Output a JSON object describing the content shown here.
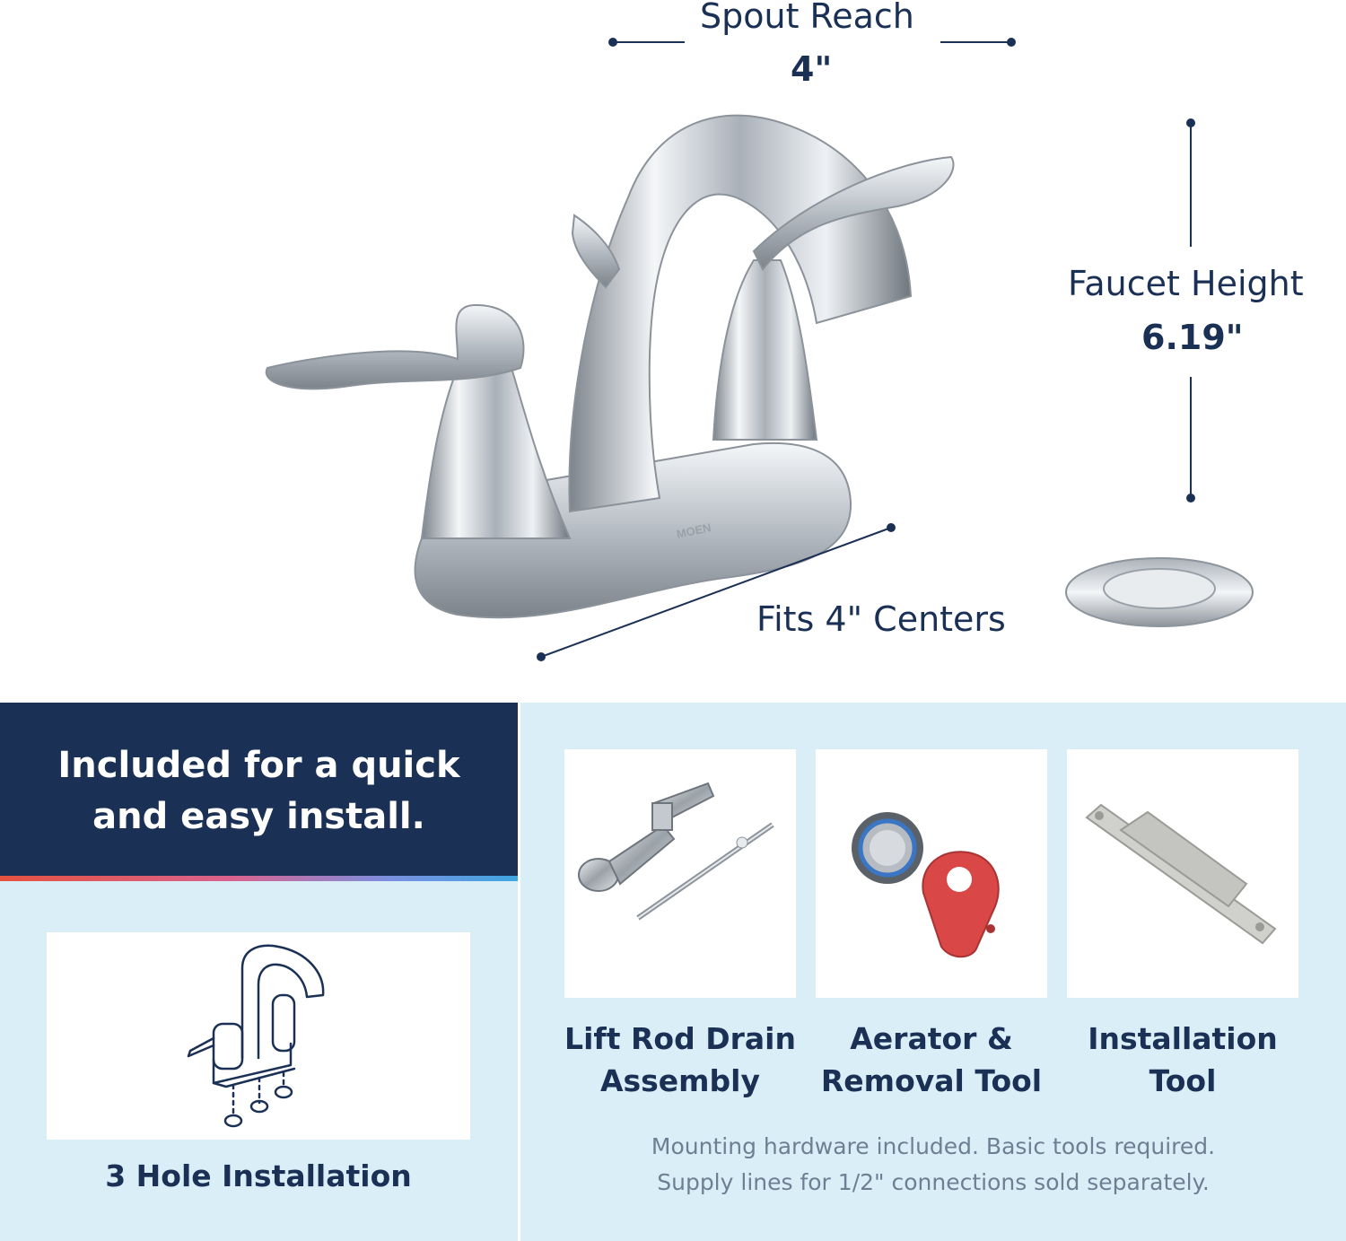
{
  "dimensions": {
    "spout_reach_label": "Spout Reach",
    "spout_reach_value": "4\"",
    "faucet_height_label": "Faucet Height",
    "faucet_height_value": "6.19\"",
    "centers_label": "Fits 4\" Centers"
  },
  "product": {
    "brand_mark": "MOEN"
  },
  "included": {
    "headline_line1": "Included for a quick",
    "headline_line2": "and easy install.",
    "installation_type": "3 Hole Installation",
    "items": [
      {
        "line1": "Lift Rod Drain",
        "line2": "Assembly"
      },
      {
        "line1": "Aerator &",
        "line2": "Removal Tool"
      },
      {
        "line1": "Installation",
        "line2": "Tool"
      }
    ],
    "note_line1": "Mounting hardware included. Basic tools required.",
    "note_line2": "Supply lines for 1/2\" connections sold separately."
  },
  "colors": {
    "navy": "#1b3055",
    "light_blue_band": "#daeef8",
    "chrome": "#c9ced4"
  }
}
